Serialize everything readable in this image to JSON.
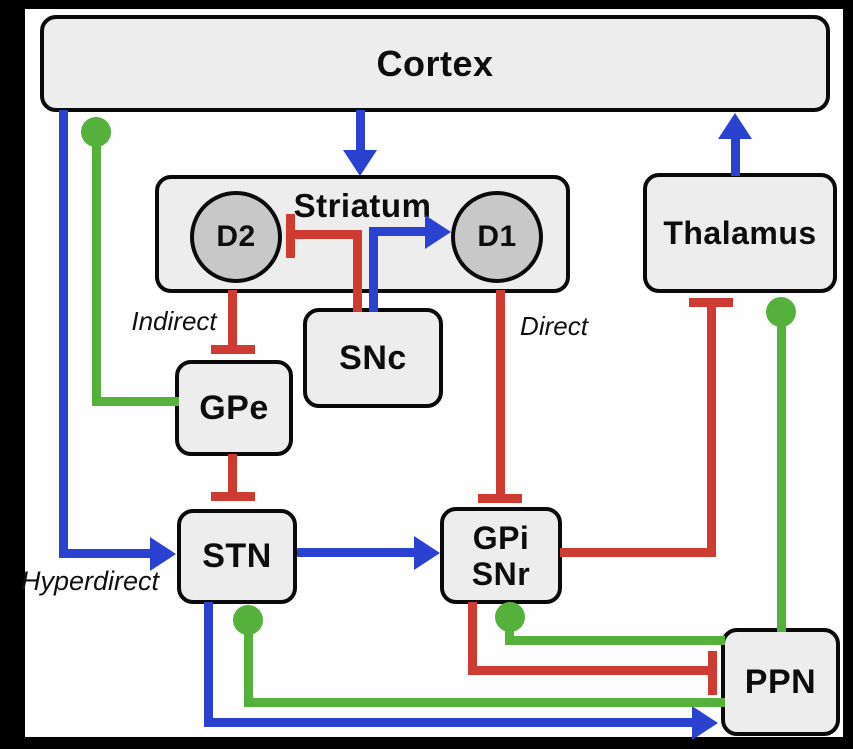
{
  "nodes": {
    "cortex": {
      "label": "Cortex"
    },
    "striatum": {
      "label": "Striatum"
    },
    "d2": {
      "label": "D2"
    },
    "d1": {
      "label": "D1"
    },
    "thalamus": {
      "label": "Thalamus"
    },
    "snc": {
      "label": "SNc"
    },
    "gpe": {
      "label": "GPe"
    },
    "stn": {
      "label": "STN"
    },
    "gpi_snr": {
      "label_line1": "GPi",
      "label_line2": "SNr"
    },
    "ppn": {
      "label": "PPN"
    }
  },
  "pathway_labels": {
    "indirect": "Indirect",
    "direct": "Direct",
    "hyperdirect": "Hyperdirect"
  },
  "colors": {
    "excitatory_blue": "#2b41d0",
    "inhibitory_red": "#ce3b32",
    "modulatory_green": "#55b13b",
    "node_fill": "#ededed",
    "node_border": "#0a0a0a",
    "circle_fill": "#c8c8c8",
    "canvas": "#fefefe",
    "frame": "#000000"
  },
  "edges": [
    {
      "from": "Cortex",
      "to": "Striatum",
      "color": "blue",
      "terminal": "arrow"
    },
    {
      "from": "Cortex",
      "to": "STN",
      "color": "blue",
      "terminal": "arrow",
      "label": "Hyperdirect"
    },
    {
      "from": "Thalamus",
      "to": "Cortex",
      "color": "blue",
      "terminal": "arrow"
    },
    {
      "from": "SNc",
      "to": "D1",
      "color": "blue",
      "terminal": "arrow"
    },
    {
      "from": "STN",
      "to": "GPi/SNr",
      "color": "blue",
      "terminal": "arrow"
    },
    {
      "from": "STN",
      "to": "PPN",
      "color": "blue",
      "terminal": "arrow"
    },
    {
      "from": "SNc",
      "to": "D2",
      "color": "red",
      "terminal": "t-bar"
    },
    {
      "from": "D2",
      "to": "GPe",
      "color": "red",
      "terminal": "t-bar",
      "label": "Indirect"
    },
    {
      "from": "D1",
      "to": "GPi/SNr",
      "color": "red",
      "terminal": "t-bar",
      "label": "Direct"
    },
    {
      "from": "GPe",
      "to": "STN",
      "color": "red",
      "terminal": "t-bar"
    },
    {
      "from": "GPi/SNr",
      "to": "Thalamus",
      "color": "red",
      "terminal": "t-bar"
    },
    {
      "from": "GPi/SNr",
      "to": "PPN",
      "color": "red",
      "terminal": "t-bar"
    },
    {
      "from": "GPe",
      "to": "Cortex",
      "color": "green",
      "terminal": "ball"
    },
    {
      "from": "PPN",
      "to": "Thalamus",
      "color": "green",
      "terminal": "ball"
    },
    {
      "from": "PPN",
      "to": "GPi/SNr",
      "color": "green",
      "terminal": "ball"
    },
    {
      "from": "PPN",
      "to": "STN",
      "color": "green",
      "terminal": "ball"
    }
  ]
}
